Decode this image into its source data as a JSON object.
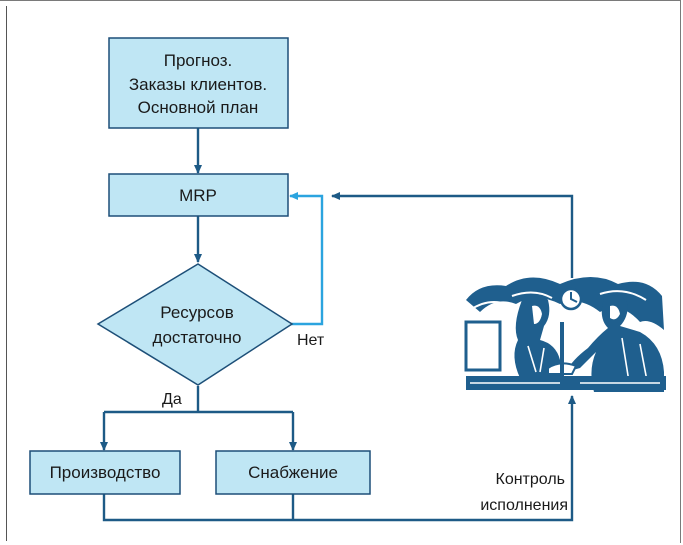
{
  "diagram": {
    "forecast_box": {
      "lines": [
        "Прогноз.",
        "Заказы клиентов.",
        "Основной план"
      ]
    },
    "mrp_box": {
      "label": "MRP"
    },
    "decision": {
      "lines": [
        "Ресурсов",
        "достаточно"
      ]
    },
    "edge_no": {
      "label": "Нет"
    },
    "edge_yes": {
      "label": "Да"
    },
    "production_box": {
      "label": "Производство"
    },
    "supply_box": {
      "label": "Снабжение"
    },
    "control_label": {
      "lines": [
        "Контроль",
        "исполнения"
      ]
    },
    "illustration": {
      "name": "business-meeting-illustration"
    }
  },
  "colors": {
    "box_fill": "#bfe6f4",
    "box_stroke": "#1d4f78",
    "arrow": "#1d5a86",
    "feedback_arrow": "#2ba4df",
    "illustration": "#1f5f8e"
  }
}
